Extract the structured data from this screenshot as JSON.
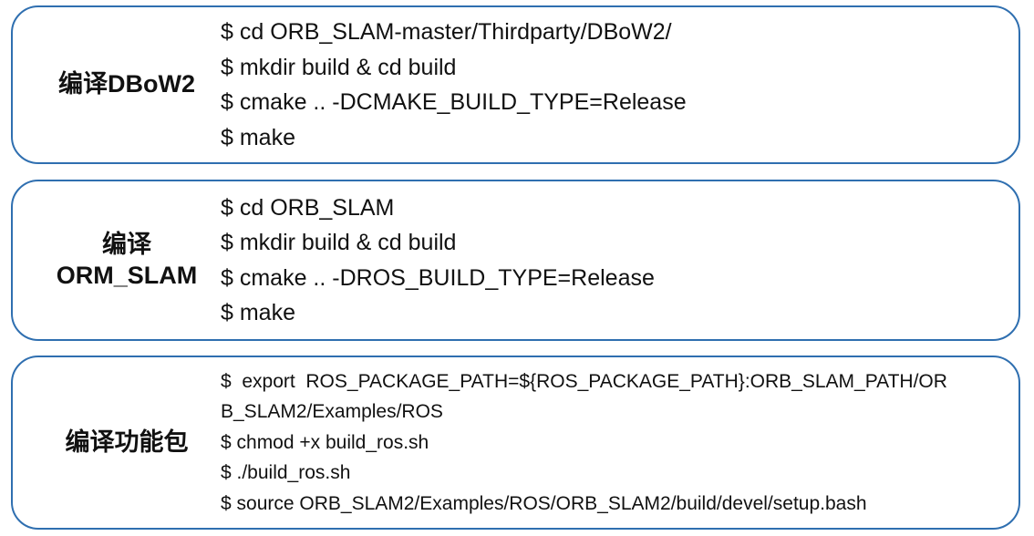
{
  "sections": [
    {
      "label": "编译DBoW2",
      "commands": [
        "$ cd ORB_SLAM-master/Thirdparty/DBoW2/",
        "$ mkdir build & cd build",
        "$ cmake .. -DCMAKE_BUILD_TYPE=Release",
        "$ make"
      ]
    },
    {
      "label_line1": "编译",
      "label_line2": "ORM_SLAM",
      "commands": [
        "$ cd ORB_SLAM",
        "$ mkdir build & cd build",
        "$ cmake .. -DROS_BUILD_TYPE=Release",
        "$ make"
      ]
    },
    {
      "label": "编译功能包",
      "commands": [
        "$  export  ROS_PACKAGE_PATH=${ROS_PACKAGE_PATH}:ORB_SLAM_PATH/OR",
        "B_SLAM2/Examples/ROS",
        "$ chmod +x build_ros.sh",
        "$ ./build_ros.sh",
        "$ source ORB_SLAM2/Examples/ROS/ORB_SLAM2/build/devel/setup.bash"
      ]
    }
  ],
  "colors": {
    "border": "#2f6fb0",
    "text": "#111111",
    "background": "#ffffff"
  }
}
